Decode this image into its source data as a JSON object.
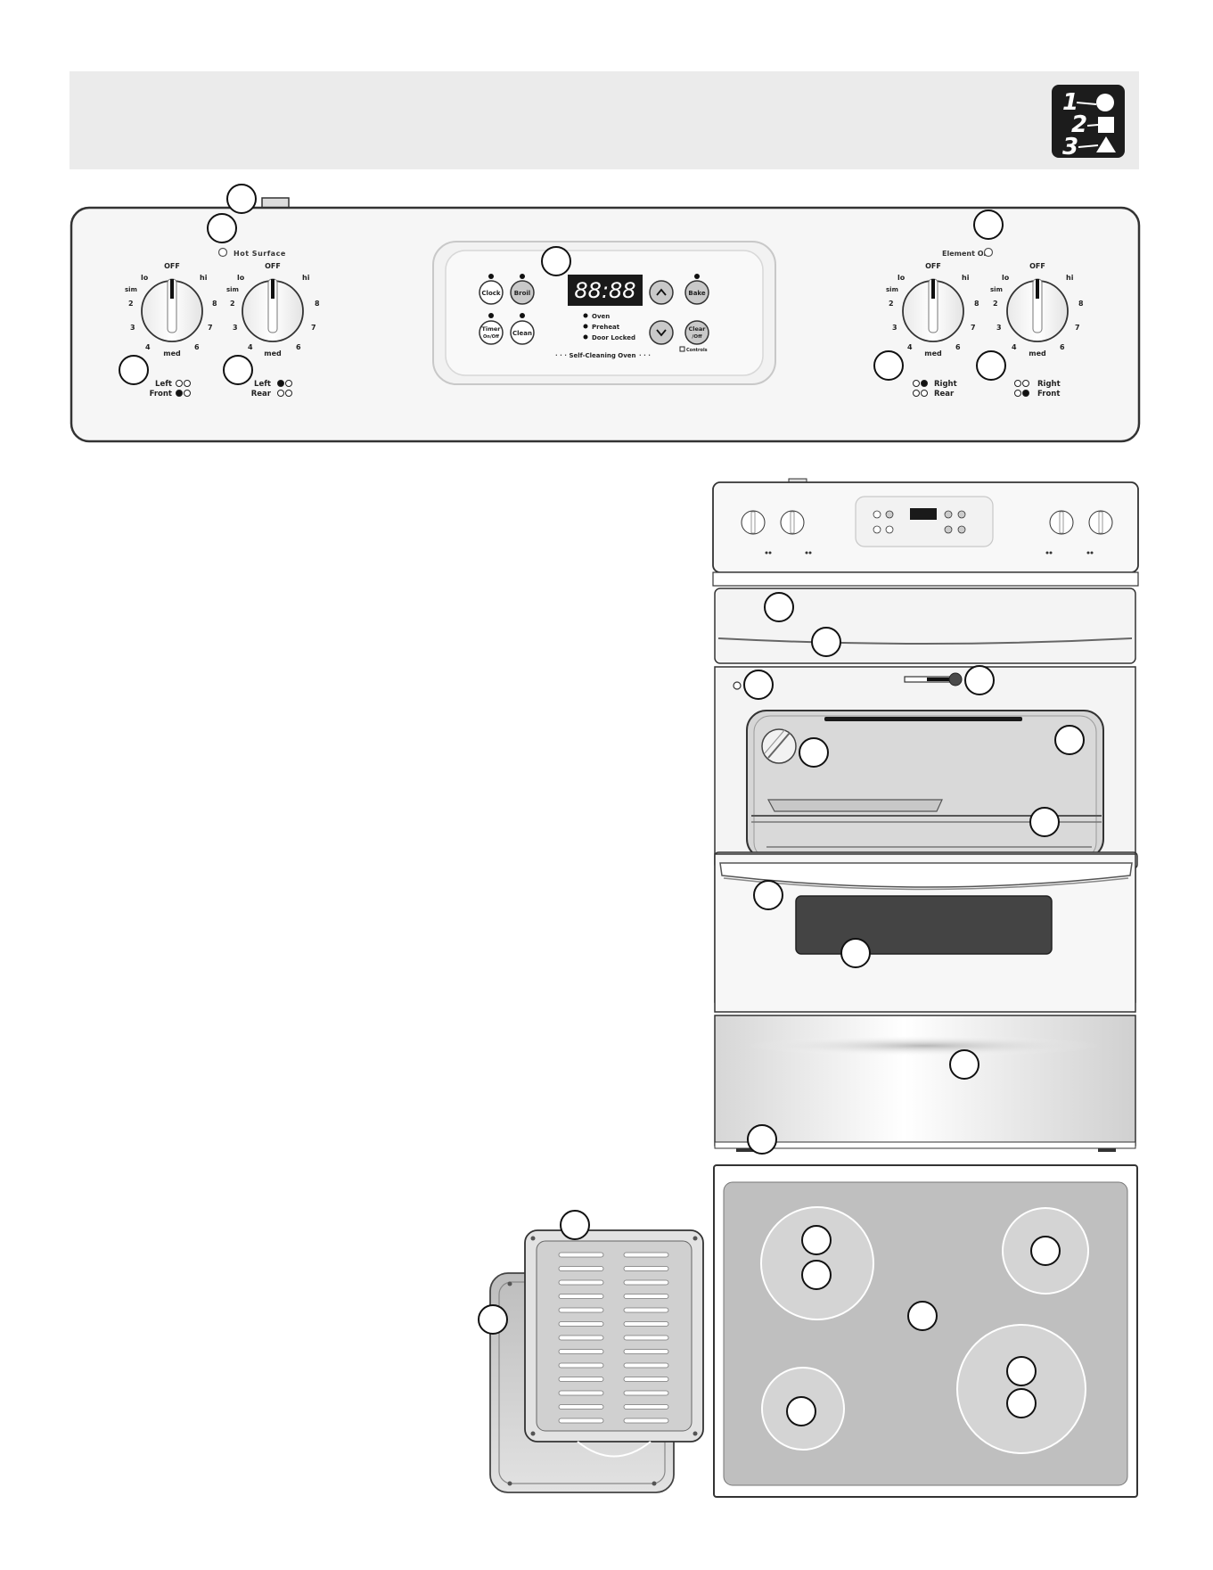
{
  "control_panel": {
    "hot_surface_label": "Hot Surface",
    "element_on_label": "Element On",
    "knob_labels": {
      "off": "OFF",
      "lo": "lo",
      "hi": "hi",
      "sim": "sim",
      "med": "med",
      "n2": "2",
      "n3": "3",
      "n4": "4",
      "n6": "6",
      "n7": "7",
      "n8": "8"
    },
    "knob_left_front": {
      "line1": "Left",
      "line2": "Front"
    },
    "knob_left_rear": {
      "line1": "Left",
      "line2": "Rear"
    },
    "knob_right_rear": {
      "line1": "Right",
      "line2": "Rear"
    },
    "knob_right_front": {
      "line1": "Right",
      "line2": "Front"
    },
    "buttons": {
      "clock": "Clock",
      "broil": "Broil",
      "timer_1": "Timer",
      "timer_2": "On/Off",
      "clean": "Clean",
      "bake": "Bake",
      "clear_1": "Clear",
      "clear_2": "/Off",
      "up": "^",
      "down": "v"
    },
    "display": "88:88",
    "indicators": [
      "Oven",
      "Preheat",
      "Door Locked"
    ],
    "self_cleaning_label": "Self-Cleaning Oven",
    "controls_label": "Controls"
  }
}
